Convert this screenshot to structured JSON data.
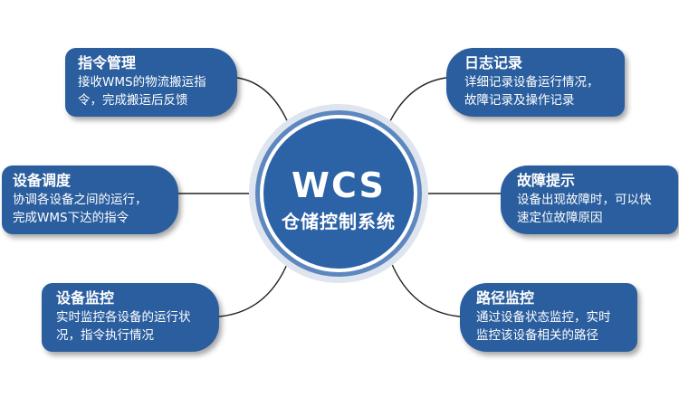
{
  "hub": {
    "title": "WCS",
    "subtitle": "仓储控制系统"
  },
  "cards": [
    {
      "title": "指令管理",
      "lines": [
        "接收WMS的物流搬运指",
        "令，完成搬运后反馈"
      ]
    },
    {
      "title": "设备调度",
      "lines": [
        "协调各设备之间的运行，",
        "完成WMS下达的指令"
      ]
    },
    {
      "title": "设备监控",
      "lines": [
        "实时监控各设备的运行状",
        "况，指令执行情况"
      ]
    },
    {
      "title": "日志记录",
      "lines": [
        "详细记录设备运行情况，",
        "故障记录及操作记录"
      ]
    },
    {
      "title": "故障提示",
      "lines": [
        "设备出现故障时，可以快",
        "速定位故障原因"
      ]
    },
    {
      "title": "路径监控",
      "lines": [
        "通过设备状态监控，实时",
        "监控该设备相关的路径"
      ]
    }
  ],
  "colors": {
    "primary": "#2a5e9e",
    "hub_fill": "#2c62a6",
    "hub_ring": "#5d87bf",
    "ring_bg": "#dfe5ee",
    "connector": "#222222"
  }
}
